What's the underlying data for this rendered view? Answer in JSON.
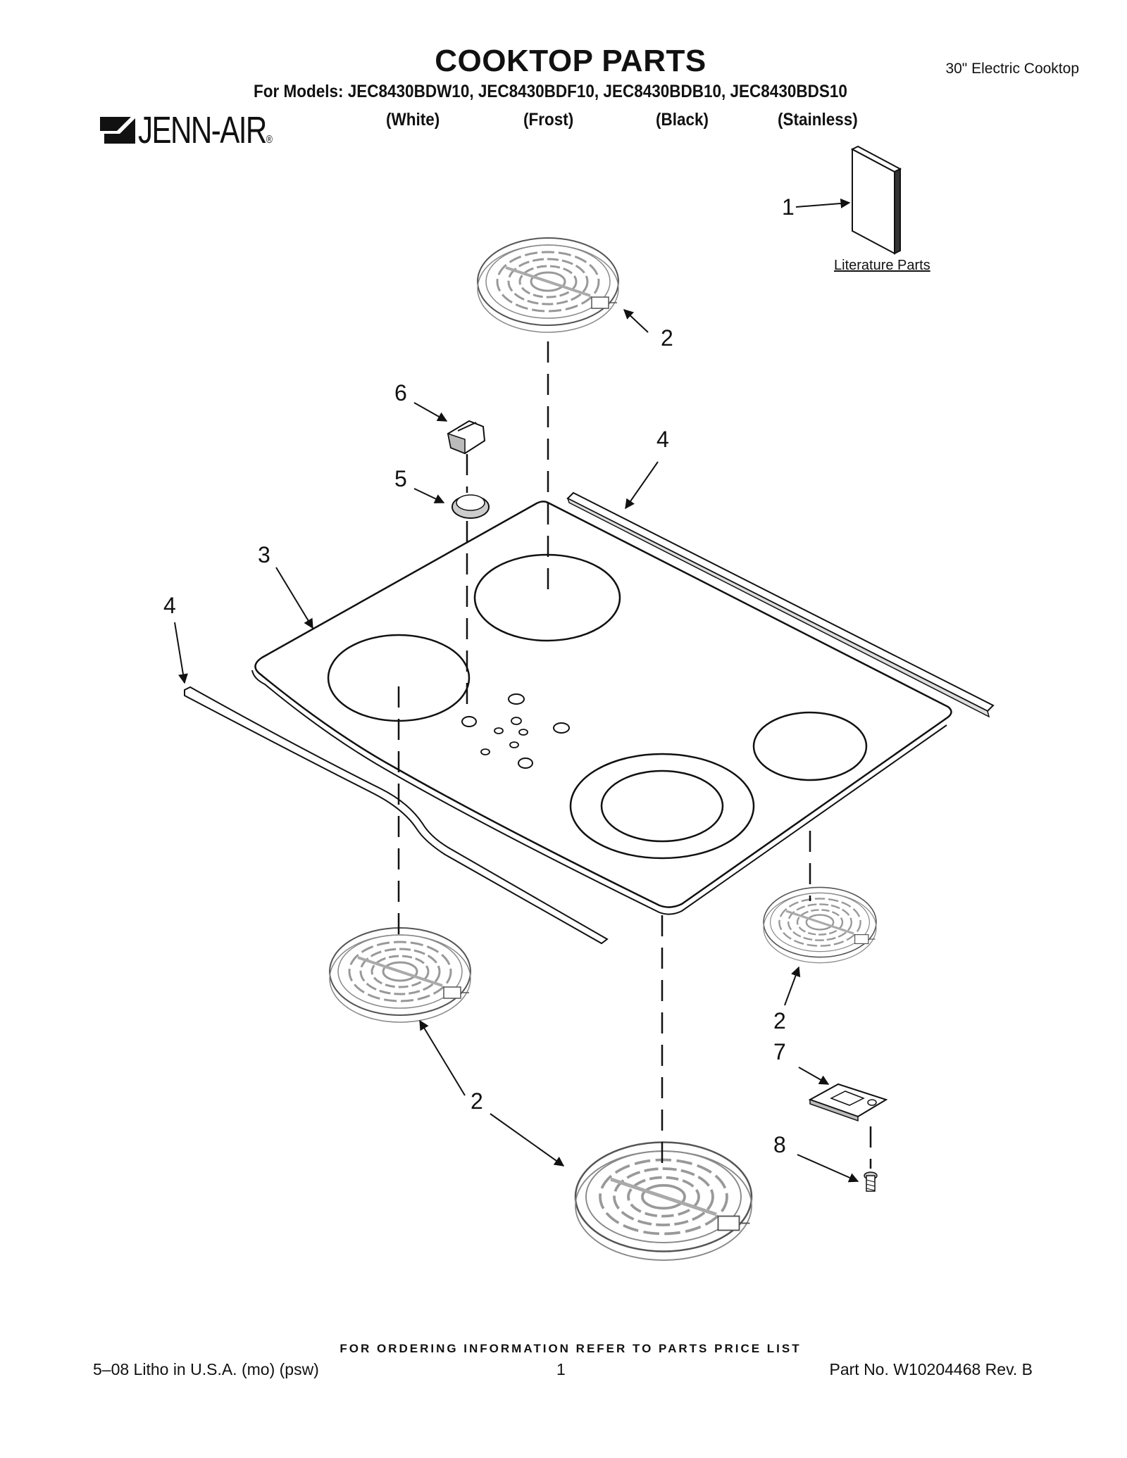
{
  "header": {
    "title": "COOKTOP PARTS",
    "subtitle": "30\" Electric Cooktop",
    "models_line": "For Models: JEC8430BDW10, JEC8430BDF10, JEC8430BDB10, JEC8430BDS10",
    "colors": [
      "(White)",
      "(Frost)",
      "(Black)",
      "(Stainless)"
    ],
    "brand": "JENN-AIR",
    "brand_mark": "®"
  },
  "diagram": {
    "literature_label": "Literature Parts",
    "callouts": {
      "c1": "1",
      "c2_top": "2",
      "c2_right": "2",
      "c2_left": "2",
      "c2_bottom": "2",
      "c3": "3",
      "c4_right": "4",
      "c4_left": "4",
      "c5": "5",
      "c6": "6",
      "c7": "7",
      "c8": "8"
    }
  },
  "footer": {
    "note": "FOR ORDERING INFORMATION REFER TO PARTS PRICE LIST",
    "left": "5–08 Litho in U.S.A. (mo) (psw)",
    "page_number": "1",
    "part_number": "Part No. W10204468 Rev. B"
  }
}
